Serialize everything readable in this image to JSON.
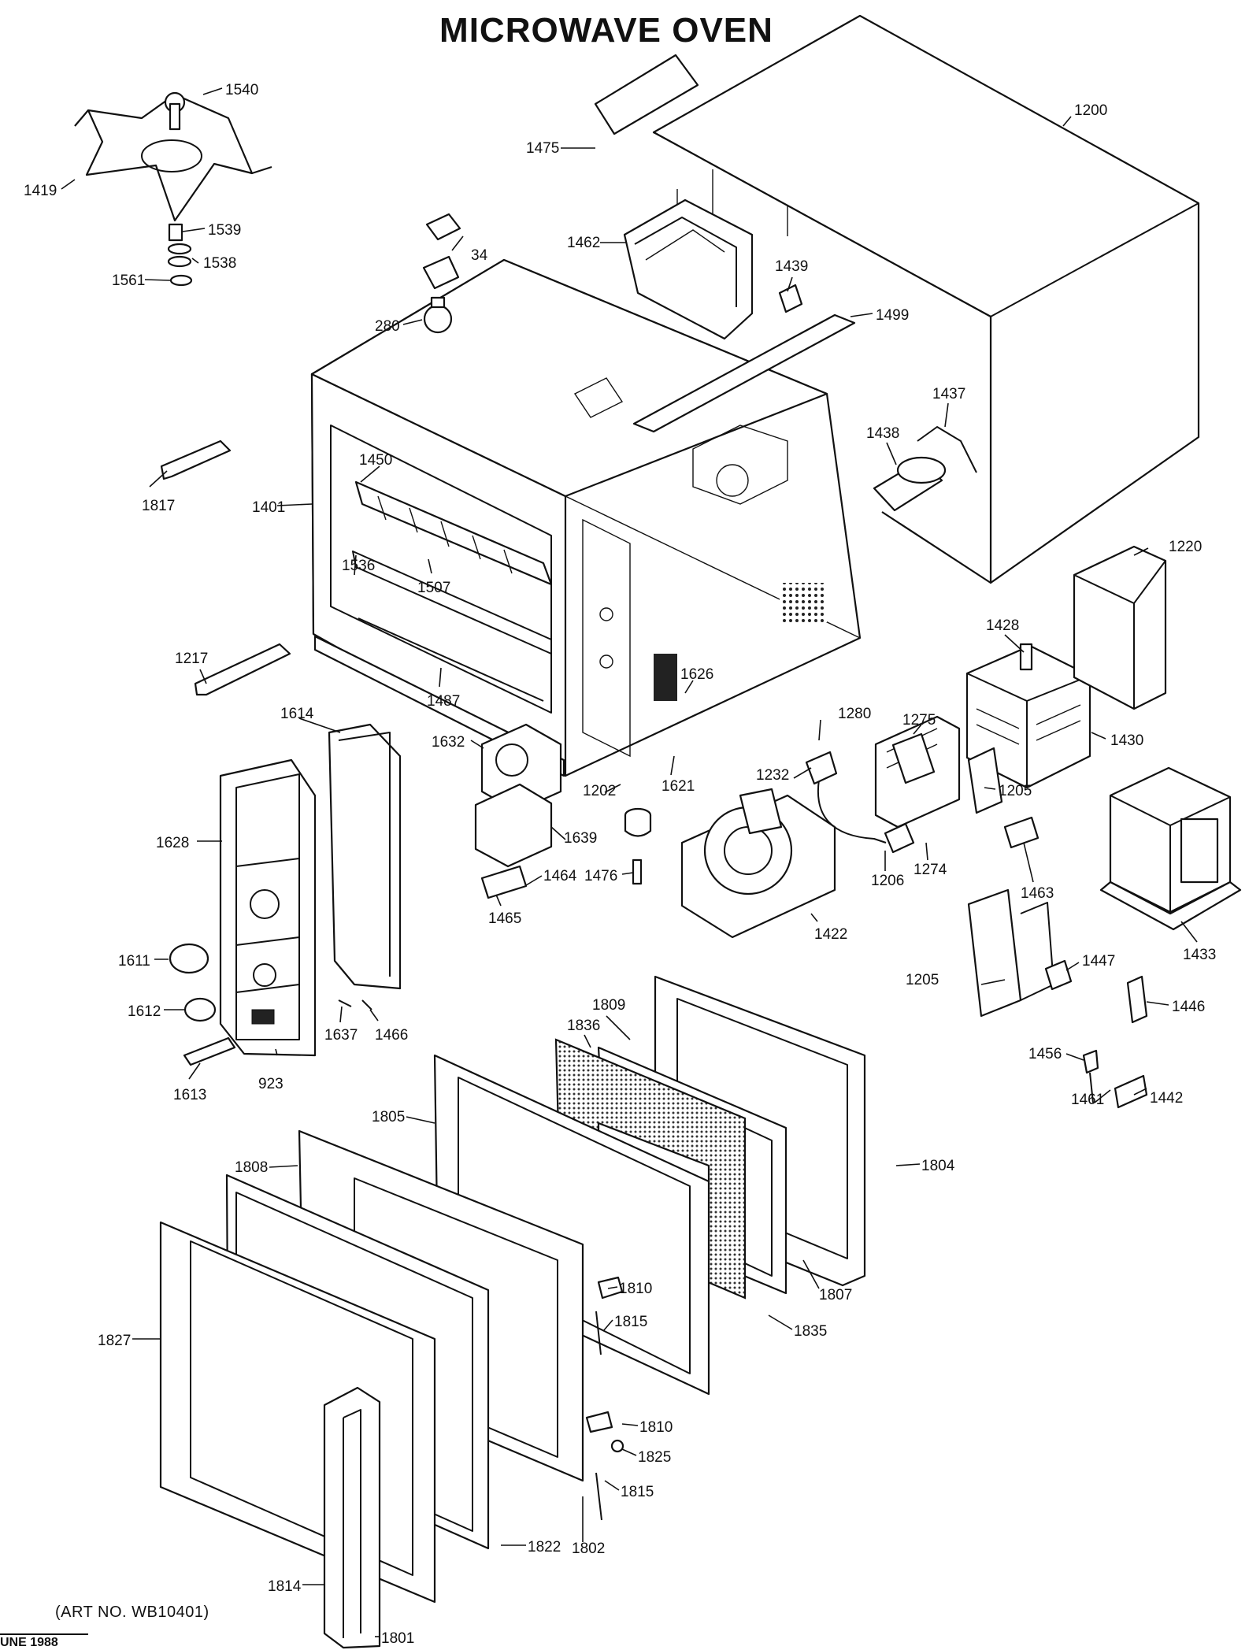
{
  "title": "MICROWAVE OVEN",
  "art_number": "(ART NO. WB10401)",
  "footer_text": "UNE 1988",
  "part_labels": {
    "p1540": "1540",
    "p1419": "1419",
    "p1539": "1539",
    "p1538": "1538",
    "p1561": "1561",
    "p1475": "1475",
    "p1200": "1200",
    "p1462": "1462",
    "p34": "34",
    "p280": "280",
    "p1439": "1439",
    "p1499": "1499",
    "p1437": "1437",
    "p1438": "1438",
    "p1817": "1817",
    "p1401": "1401",
    "p1450": "1450",
    "p1536": "1536",
    "p1507": "1507",
    "p1220": "1220",
    "p1217": "1217",
    "p1428": "1428",
    "p1487": "1487",
    "p1614": "1614",
    "p1626": "1626",
    "p1280": "1280",
    "p1275": "1275",
    "p1430": "1430",
    "p1632": "1632",
    "p1621": "1621",
    "p1232": "1232",
    "p1628": "1628",
    "p1639": "1639",
    "p1202": "1202",
    "p1205a": "1205",
    "p1433": "1433",
    "p1464": "1464",
    "p1476": "1476",
    "p1206": "1206",
    "p1274": "1274",
    "p1465": "1465",
    "p1463": "1463",
    "p1422": "1422",
    "p1611": "1611",
    "p1447": "1447",
    "p1205b": "1205",
    "p1446": "1446",
    "p1612": "1612",
    "p1637": "1637",
    "p1466": "1466",
    "p1809": "1809",
    "p1836": "1836",
    "p1456": "1456",
    "p1613": "1613",
    "p923": "923",
    "p1461": "1461",
    "p1442": "1442",
    "p1805": "1805",
    "p1804": "1804",
    "p1808": "1808",
    "p1807": "1807",
    "p1810a": "1810",
    "p1815a": "1815",
    "p1835": "1835",
    "p1827": "1827",
    "p1810b": "1810",
    "p1825": "1825",
    "p1815b": "1815",
    "p1822": "1822",
    "p1802": "1802",
    "p1814": "1814",
    "p1801": "1801"
  }
}
